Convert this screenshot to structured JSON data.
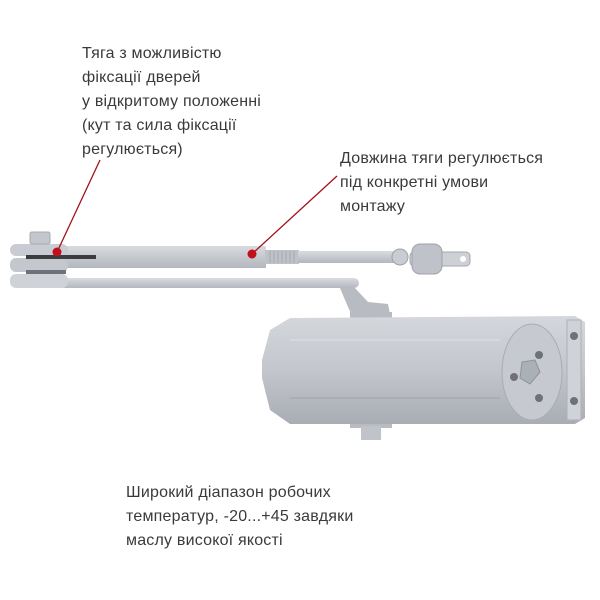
{
  "annotations": {
    "arm_fixation": {
      "lines": [
        "Тяга з можливістю",
        "фіксації дверей",
        "у відкритому положенні",
        "(кут та сила фіксації",
        "регулюється)"
      ]
    },
    "arm_length": {
      "lines": [
        "Довжина тяги регулюється",
        "під конкретні умови",
        "монтажу"
      ]
    },
    "temperature": {
      "lines": [
        "Широкий діапазон робочих",
        "температур, -20...+45 завдяки",
        "маслу високої якості"
      ]
    }
  },
  "colors": {
    "leader": "#a0121c",
    "body": "#c9ccd2",
    "text": "#3a3a3a"
  }
}
